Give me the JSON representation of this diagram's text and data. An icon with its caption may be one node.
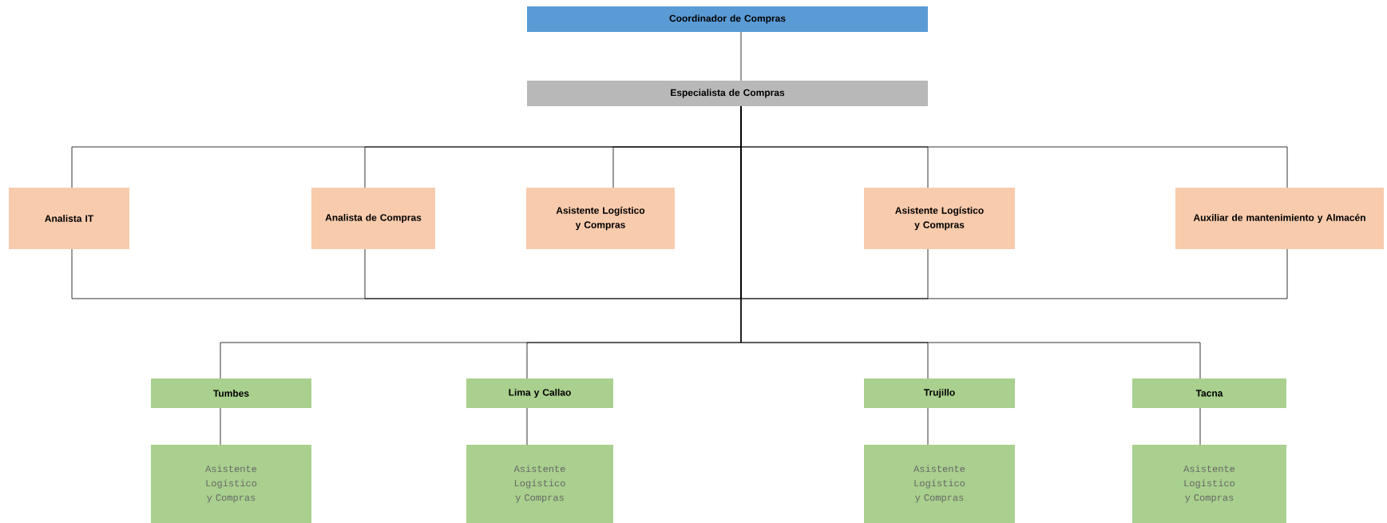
{
  "diagram": {
    "nodes": [
      {
        "text": [
          "Coordinador de Compras"
        ]
      },
      {
        "text": [
          "Especialista de Compras"
        ]
      },
      {
        "text": [
          "Analista IT"
        ]
      },
      {
        "text": [
          "Analista de Compras"
        ]
      },
      {
        "text": [
          "Asistente Logístico y Compras"
        ]
      },
      {
        "text": [
          "Asistente Logístico y Compras"
        ]
      },
      {
        "text": [
          "Auxiliar de mantenimiento y Almacén"
        ]
      },
      {
        "text": [
          "Tumbes"
        ]
      },
      {
        "text": [
          "Lima y Callao"
        ]
      },
      {
        "text": [
          "Trujillo"
        ]
      },
      {
        "text": [
          "Tacna"
        ]
      },
      {
        "text": [
          "Asistente Logístico y Compras"
        ]
      },
      {
        "text": [
          "Asistente Logístico y Compras"
        ]
      },
      {
        "text": [
          "Asistente Logístico y Compras"
        ]
      },
      {
        "text": [
          "Asistente Logístico y Compras"
        ]
      }
    ],
    "edges": [
      {
        "from": 0,
        "to": 1,
        "arrow": "none"
      },
      {
        "from": 1,
        "to": 2,
        "arrow": "none"
      },
      {
        "from": 1,
        "to": 3,
        "arrow": "none"
      },
      {
        "from": 1,
        "to": 4,
        "arrow": "none"
      },
      {
        "from": 1,
        "to": 5,
        "arrow": "none"
      },
      {
        "from": 1,
        "to": 6,
        "arrow": "none"
      },
      {
        "from": 2,
        "to": 1,
        "arrow": "none"
      },
      {
        "from": 3,
        "to": 1,
        "arrow": "none"
      },
      {
        "from": 5,
        "to": 1,
        "arrow": "none"
      },
      {
        "from": 6,
        "to": 1,
        "arrow": "none"
      },
      {
        "from": 1,
        "to": 7,
        "arrow": "none"
      },
      {
        "from": 1,
        "to": 8,
        "arrow": "none"
      },
      {
        "from": 1,
        "to": 9,
        "arrow": "none"
      },
      {
        "from": 1,
        "to": 10,
        "arrow": "none"
      },
      {
        "from": 7,
        "to": 11,
        "arrow": "none"
      },
      {
        "from": 8,
        "to": 12,
        "arrow": "none"
      },
      {
        "from": 9,
        "to": 13,
        "arrow": "none"
      },
      {
        "from": 10,
        "to": 14,
        "arrow": "none"
      }
    ]
  }
}
